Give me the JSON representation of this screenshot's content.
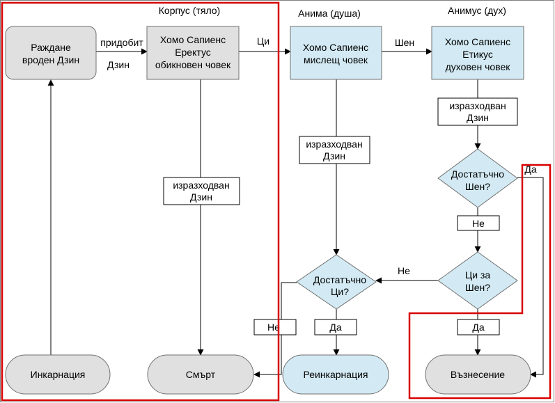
{
  "colors": {
    "frame": "#808080",
    "gray_fill": "#e0e0e0",
    "blue_fill": "#d3eaf4",
    "node_stroke": "#707070",
    "highlight": "#d80000",
    "edge": "#000000"
  },
  "headers": {
    "corpus": "Корпус (тяло)",
    "anima": "Анима (душа)",
    "animus": "Анимус (дух)"
  },
  "nodes": {
    "birth": [
      "Раждане",
      "вроден Дзин"
    ],
    "erectus": [
      "Хомо Сапиенс",
      "Еректус",
      "обикновен човек"
    ],
    "sapiens": [
      "Хомо Сапиенс",
      "мислещ човек"
    ],
    "ethicus": [
      "Хомо Сапиенс",
      "Етикус",
      "духовен човек"
    ],
    "enough_chi": [
      "Достатъчно",
      "Ци?"
    ],
    "enough_shen": [
      "Достатъчно",
      "Шен?"
    ],
    "chi_to_shen": [
      "Ци за",
      "Шен?"
    ],
    "incarnation": "Инкарнация",
    "death": "Смърт",
    "reincarnation": "Реинкарнация",
    "ascension": "Възнесение"
  },
  "edge_labels": {
    "acquired": "придобит",
    "jing": "Дзин",
    "chi": "Ци",
    "shen": "Шен",
    "yes": "Да",
    "no": "Не"
  },
  "spent_jing": [
    "изразходван",
    "Дзин"
  ]
}
